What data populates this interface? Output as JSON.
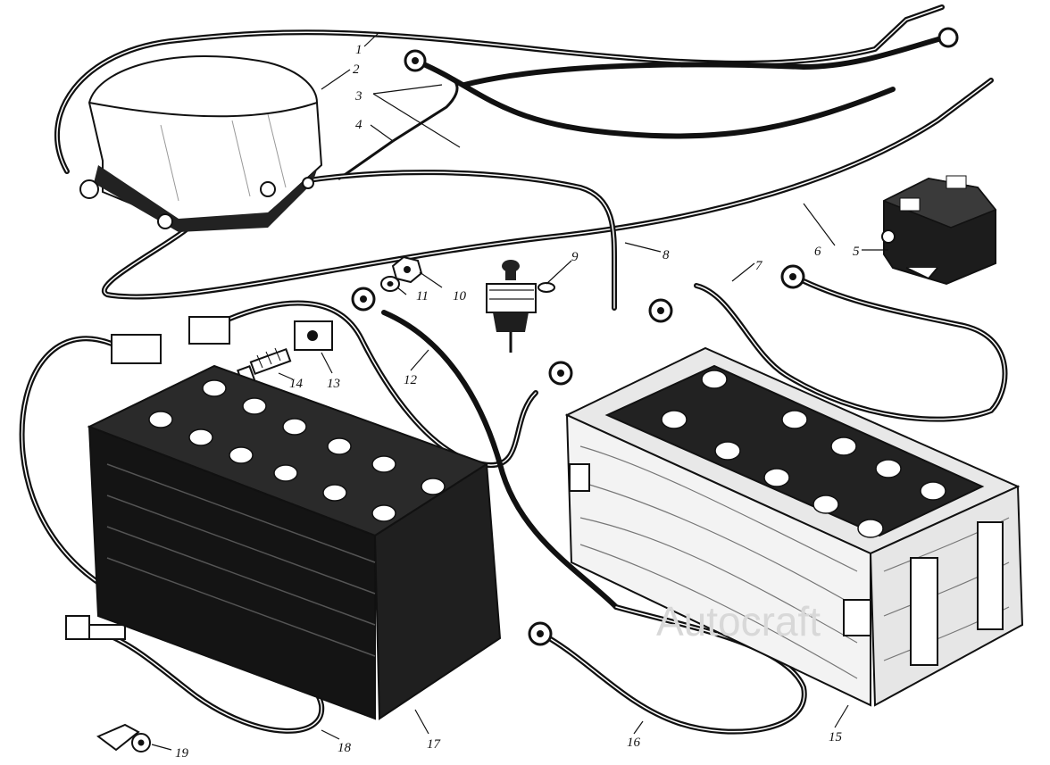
{
  "callouts": {
    "c1": "1",
    "c2": "2",
    "c3": "3",
    "c4": "4",
    "c5": "5",
    "c6": "6",
    "c7": "7",
    "c8": "8",
    "c9": "9",
    "c10": "10",
    "c11": "11",
    "c12": "12",
    "c13": "13",
    "c14": "14",
    "c15": "15",
    "c16": "16",
    "c17": "17",
    "c18": "18",
    "c19": "19"
  },
  "watermark": "Autocraft",
  "colors": {
    "ink": "#111111",
    "paper": "#ffffff",
    "wood": "#f1f1f1",
    "watermark": "#d8d8d8"
  }
}
